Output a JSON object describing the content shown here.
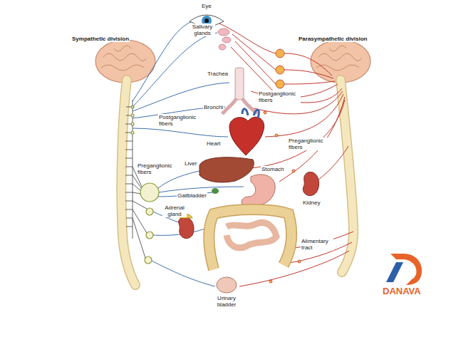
{
  "diagram": {
    "labels": [
      "Sympathetic division",
      "Parasympathetic division",
      "Eye",
      "Salivary glands",
      "Trachea",
      "Bronchi",
      "Postganglionic fibers",
      "Postganglionic fibers",
      "Preganglionic fibers",
      "Heart",
      "Preganglionic fibers",
      "Liver",
      "Stomach",
      "Kidney",
      "Gallbladder",
      "Adrenal gland",
      "Alimentary tract",
      "Urinary bladder",
      "DANAVA"
    ]
  }
}
